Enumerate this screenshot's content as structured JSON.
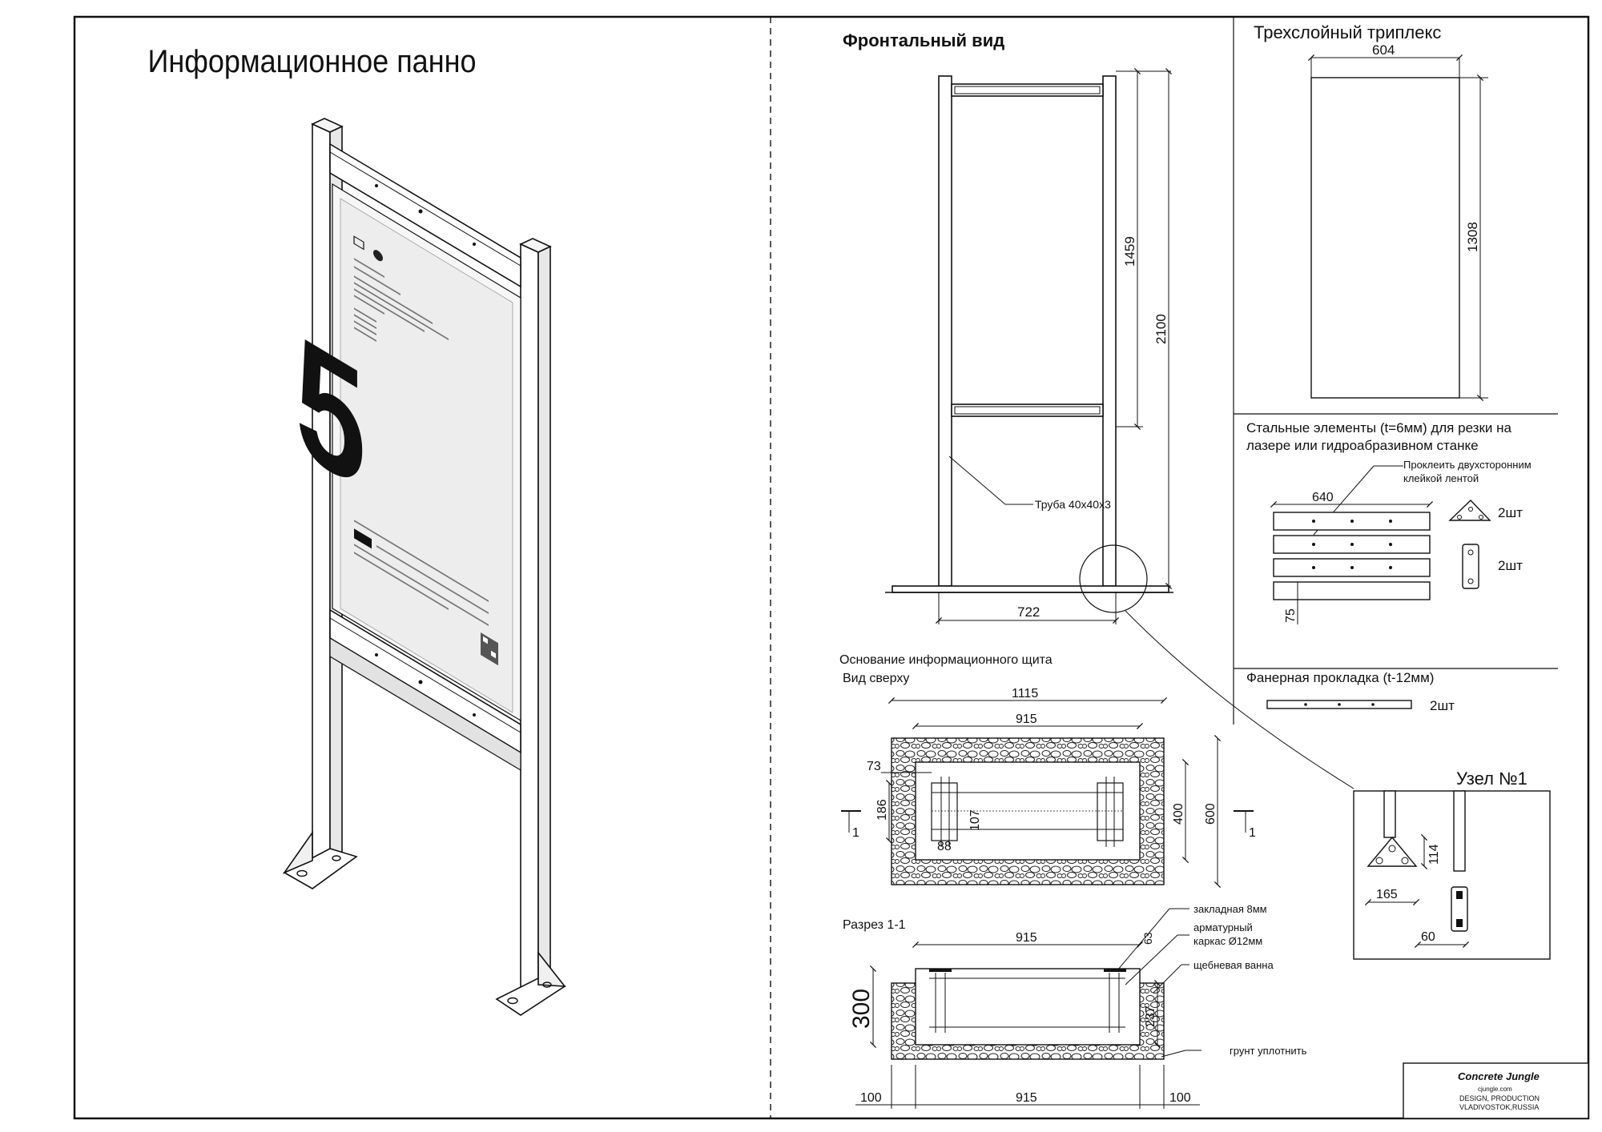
{
  "sheet": {
    "title": "Информационное панно",
    "front_view_title": "Фронтальный вид",
    "triplex_title": "Трехслойный триплекс",
    "steel_title_line1": "Стальные элементы (t=6мм) для резки на",
    "steel_title_line2": "лазере или гидроабразивном станке",
    "glue_note_line1": "Проклеить двухсторонним",
    "glue_note_line2": "клейкой лентой",
    "plywood_title": "Фанерная прокладка (t-12мм)",
    "base_title": "Основание информационного щита",
    "top_view_title": "Вид сверху",
    "section_title": "Разрез 1-1",
    "node_title": "Узел №1",
    "pipe_label": "Труба 40х40х3",
    "qty_2": "2шт"
  },
  "panel_graphic": {
    "number": "5"
  },
  "dimensions": {
    "front_height_panel": "1459",
    "front_height_total": "2100",
    "front_width": "722",
    "triplex_width": "604",
    "triplex_height": "1308",
    "steel_length": "640",
    "steel_height": "75",
    "base_overall": "1115",
    "base_inner": "915",
    "base_offset": "73",
    "base_186": "186",
    "base_107": "107",
    "base_88": "88",
    "base_400": "400",
    "base_600": "600",
    "cut_mark": "1",
    "section_width": "915",
    "section_63": "63",
    "section_300": "300",
    "section_237": "237",
    "section_side": "100",
    "node_114": "114",
    "node_165": "165",
    "node_60": "60"
  },
  "section_labels": {
    "embed": "закладная 8мм",
    "rebar_line1": "арматурный",
    "rebar_line2": "каркас Ø12мм",
    "gravel": "щебневая ванна",
    "soil": "грунт уплотнить"
  },
  "stamp": {
    "logo": "Concrete Jungle",
    "site": "cjungle.com",
    "line1": "DESIGN, PRODUCTION",
    "line2": "VLADIVOSTOK,RUSSIA"
  }
}
